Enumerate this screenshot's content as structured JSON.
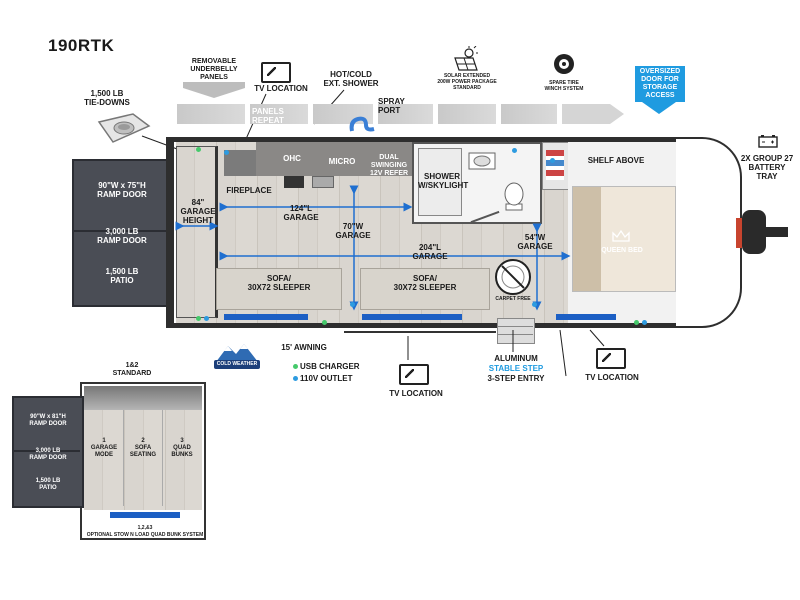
{
  "model": "190RTK",
  "top_labels": {
    "tie_downs": "1,500 LB\nTIE-DOWNS",
    "removable_panels": "REMOVABLE\nUNDERBELLY\nPANELS",
    "tv_location_top": "TV LOCATION",
    "hot_cold_shower": "HOT/COLD\nEXT. SHOWER",
    "solar": "SOLAR EXTENDED\n200W POWER PACKAGE\nSTANDARD",
    "spare_tire": "SPARE TIRE\nWINCH SYSTEM",
    "oversized_door": "OVERSIZED\nDOOR FOR\nSTORAGE\nACCESS",
    "panels_repeat": "PANELS\nREPEAT",
    "spray_port": "SPRAY\nPORT",
    "battery_tray": "2X GROUP 27\nBATTERY\nTRAY"
  },
  "interior": {
    "ohc": "OHC",
    "micro": "MICRO",
    "refer": "DUAL SWINGING\n12V REFER",
    "shower": "SHOWER\nw/SKYLIGHT",
    "shelf_above": "SHELF ABOVE",
    "fireplace": "FIREPLACE",
    "queen_bed": "QUEEN BED",
    "carpet_free": "CARPET FREE",
    "sofa_left": "SOFA/\n30x72 SLEEPER",
    "sofa_right": "SOFA/\n30x72 SLEEPER"
  },
  "dimensions": {
    "garage_height": "84\"\nGARAGE\nHEIGHT",
    "garage_124": "124\"L\nGARAGE",
    "garage_70": "70\"W\nGARAGE",
    "garage_204": "204\"L\nGARAGE",
    "garage_54": "54\"W\nGARAGE"
  },
  "ramp": {
    "size": "90\"W x 75\"H\nRAMP DOOR",
    "ramp_rating": "3,000 LB\nRAMP DOOR",
    "patio": "1,500 LB\nPATIO"
  },
  "bottom_labels": {
    "awning": "15' AWNING",
    "tv_location_mid": "TV LOCATION",
    "step_line1": "ALUMINUM",
    "step_line2": "STABLE STEP",
    "step_line3": "3-STEP ENTRY",
    "tv_location_right": "TV LOCATION",
    "cold_weather": "COLD WEATHER"
  },
  "legend": {
    "usb": "USB CHARGER",
    "outlet": "110V OUTLET"
  },
  "inset": {
    "standard": "1&2\nSTANDARD",
    "ramp_size": "90\"W x 81\"H\nRAMP DOOR",
    "ramp_rating": "3,000 LB\nRAMP DOOR",
    "patio": "1,500 LB\nPATIO",
    "mode1": "1\nGARAGE\nMODE",
    "mode2": "2\nSOFA\nSEATING",
    "mode3": "3\nQUAD\nBUNKS",
    "caption": "1,2,&3\nOPTIONAL STOW N LOAD QUAD BUNK SYSTEM"
  },
  "colors": {
    "usb_dot": "#45c96b",
    "outlet_dot": "#2d9be0",
    "accent_blue": "#1f9be0"
  }
}
